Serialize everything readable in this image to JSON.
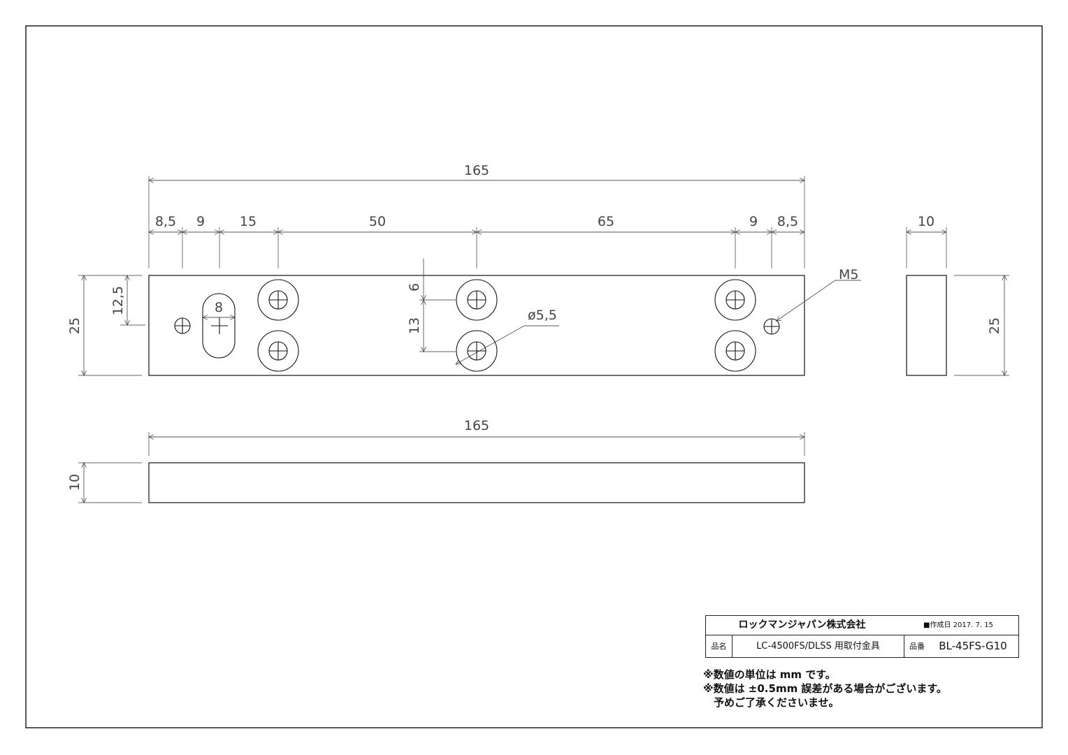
{
  "plan_view": {
    "dims": {
      "overall_length": "165",
      "seg_a": "8,5",
      "seg_b": "9",
      "seg_c": "15",
      "seg_d": "50",
      "seg_e": "65",
      "seg_f": "9",
      "seg_g": "8,5",
      "height": "25",
      "hole_offset": "12,5",
      "slot_width": "8",
      "top_to_row": "6",
      "row_pitch": "13",
      "hole_diameter": "ø5,5",
      "thread": "M5"
    }
  },
  "side_view": {
    "dims": {
      "thickness": "10",
      "height": "25"
    }
  },
  "bottom_view": {
    "dims": {
      "length": "165",
      "thickness": "10"
    }
  },
  "title_block": {
    "company": "ロックマンジャパン株式会社",
    "date": "■作成日 2017. 7. 15",
    "part_name_label": "品名",
    "part_name": "LC-4500FS/DLSS 用取付金具",
    "part_number_label": "品番",
    "part_number": "BL-45FS-G10"
  },
  "notes": [
    "※数値の単位は mm です。",
    "※数値は ±0.5mm 誤差がある場合がございます。",
    "　予めご了承くださいませ。"
  ]
}
